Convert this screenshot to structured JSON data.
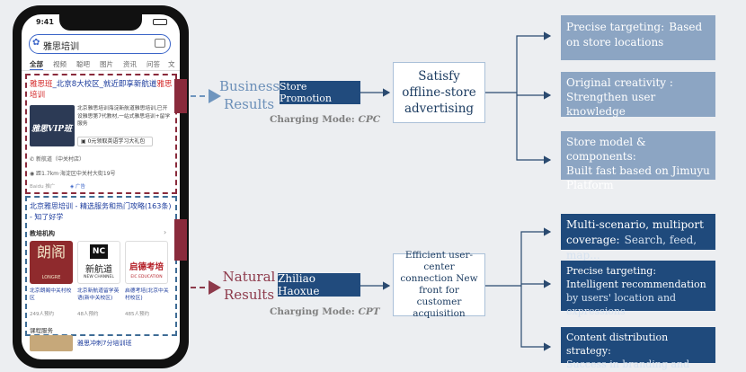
{
  "phone": {
    "time": "9:41",
    "search_query": "雅思培训",
    "tabs": [
      "全部",
      "视频",
      "聪吧",
      "图片",
      "资讯",
      "问答",
      "文"
    ],
    "ad": {
      "title_a": "雅思班",
      "title_b": "_北京8大校区_就近即享新航道",
      "title_c": "雅思培训",
      "img_label": "雅思VIP班",
      "desc": "北京雅思培训海淀新航道雅思培训,已开设雅思第7代教材,一站式雅思培训+留学服务",
      "gift": "0元领取英语学习大礼包",
      "school": "新航道（中关村店）",
      "address": "距1.7km·海淀区中关村大街19号",
      "source": "Baidu 推广",
      "ad_tag": "广告"
    },
    "natural": {
      "title": "北京雅思培训 - 精选服务和热门攻略(163条) - 知了好学",
      "section_label": "教培机构",
      "orgs": [
        {
          "logo": "朗阁",
          "logo_sub": "LONGRE",
          "name": "北京朗阁中关村校区",
          "count": "249人预约"
        },
        {
          "logo": "新航道",
          "logo_sub": "NEW CHANNEL",
          "name": "北京新航道留学英语(新中关校区)",
          "count": "48人预约"
        },
        {
          "logo": "启德考培",
          "logo_sub": "EIC EDUCATION",
          "name": "启德考培(北京中关村校区)",
          "count": "485人预约"
        }
      ],
      "course_label": "课程服务",
      "course_item": "雅思冲刺7分培训班"
    }
  },
  "business": {
    "label": "Business Results",
    "product": "Store Promotion",
    "outcome": "Satisfy offline-store advertising",
    "mode_label": "Charging Mode: ",
    "mode_value": "CPC",
    "features": [
      {
        "title": "Precise targeting:",
        "sub": "Based on store locations"
      },
      {
        "title": "Original creativity :",
        "sub": "Strengthen user knowledge"
      },
      {
        "title": "Store model & components:",
        "sub": "Built fast based on Jimuyu Platform"
      }
    ]
  },
  "natural_results": {
    "label": "Natural Results",
    "product": "Zhiliao Haoxue",
    "outcome": "Efficient user-center connection New front for customer acquisition",
    "mode_label": "Charging Mode: ",
    "mode_value": "CPT",
    "features": [
      {
        "title": "Multi-scenario, multiport coverage:",
        "sub": "Search, feed, map..."
      },
      {
        "title": "Precise targeting: Intelligent recommendation",
        "sub": "by users' location and expressions"
      },
      {
        "title": "Content distribution strategy:",
        "sub": "Success in branding and conversion"
      }
    ]
  },
  "colors": {
    "navy": "#214b7d",
    "light_blue": "#8ca5c3",
    "business_label": "#6b8fb8",
    "natural_label": "#8d3a4b"
  }
}
